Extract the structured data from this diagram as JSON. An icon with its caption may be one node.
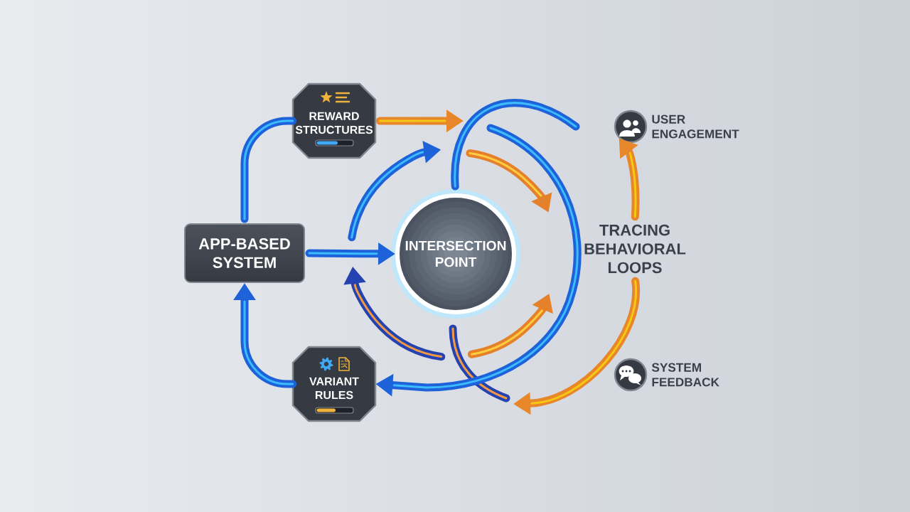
{
  "diagram": {
    "nodes": [
      {
        "text": [
          "APP-BASED SYSTEM"
        ]
      },
      {
        "text": [
          "REWARD STRUCTURES"
        ]
      },
      {
        "text": [
          "VARIANT RULES"
        ]
      },
      {
        "text": [
          "INTERSECTION POINT"
        ]
      },
      {
        "text": [
          "TRACING BEHAVIORAL LOOPS"
        ]
      },
      {
        "text": [],
        "shape": "circle",
        "beside": [
          "USER ENGAGEMENT"
        ]
      },
      {
        "text": [],
        "shape": "circle",
        "beside": [
          "SYSTEM FEEDBACK"
        ]
      }
    ],
    "edges": [
      {
        "from": 0,
        "to": 3,
        "arrow": "to"
      },
      {
        "from": 0,
        "to": 1,
        "arrow": "none"
      },
      {
        "from": 2,
        "to": 0,
        "arrow": "to"
      },
      {
        "from": 1,
        "to": null,
        "arrow": "to",
        "color": "#e8862a"
      },
      {
        "from": 3,
        "to": null,
        "arrow": "none"
      },
      {
        "from": null,
        "to": 2,
        "arrow": "to"
      },
      {
        "from": 4,
        "to": 5,
        "arrow": "to",
        "color": "#e8862a"
      },
      {
        "from": 4,
        "to": null,
        "arrow": "to",
        "color": "#e8862a"
      }
    ]
  }
}
